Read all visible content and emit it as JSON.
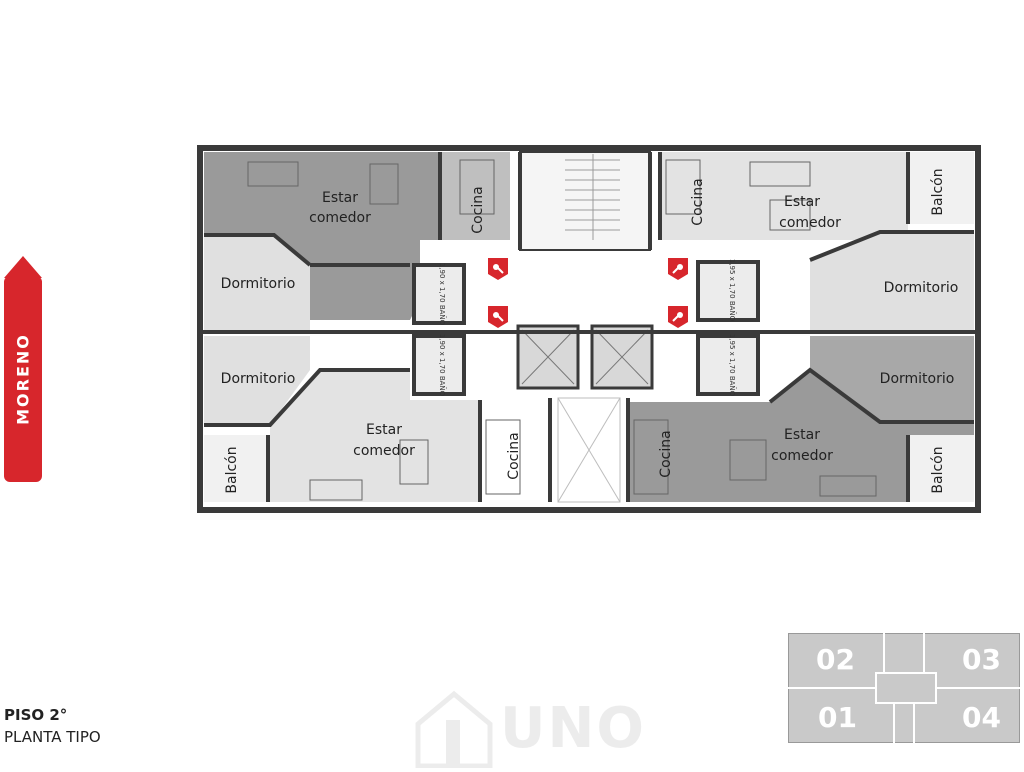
{
  "street": {
    "label": "MORENO"
  },
  "floor": {
    "title": "PISO 2°",
    "subtitle": "PLANTA TIPO"
  },
  "watermark": {
    "text": "UNO"
  },
  "rooms": {
    "tl_living_1": "Estar",
    "tl_living_2": "comedor",
    "tl_kitchen": "Cocina",
    "tl_bedroom": "Dormitorio",
    "tr_living_1": "Estar",
    "tr_living_2": "comedor",
    "tr_kitchen": "Cocina",
    "tr_bedroom": "Dormitorio",
    "tr_balcony": "Balcón",
    "bl_living_1": "Estar",
    "bl_living_2": "comedor",
    "bl_kitchen": "Cocina",
    "bl_bedroom": "Dormitorio",
    "bl_balcony": "Balcón",
    "br_living_1": "Estar",
    "br_living_2": "comedor",
    "br_kitchen": "Cocina",
    "br_bedroom": "Dormitorio",
    "br_balcony": "Balcón"
  },
  "baths": {
    "tl": "1,90 x 1,70 BAÑO",
    "bl": "1,90 x 1,70 BAÑO",
    "tr": "1,95 x 1,70 BAÑO",
    "br": "1,95 x 1,70 BAÑO"
  },
  "keyplan": {
    "units": [
      "02",
      "03",
      "01",
      "04"
    ]
  },
  "colors": {
    "background": "#ffffff",
    "wall": "#3a3a3a",
    "unit_dark": "#9a9a9a",
    "unit_light": "#e0e0e0",
    "common": "#f5f5f5",
    "accent_red": "#d7262c",
    "keyplan_fill": "#c9c9c9"
  },
  "icons": [
    "key-marker-icon",
    "arrow-up-icon"
  ]
}
